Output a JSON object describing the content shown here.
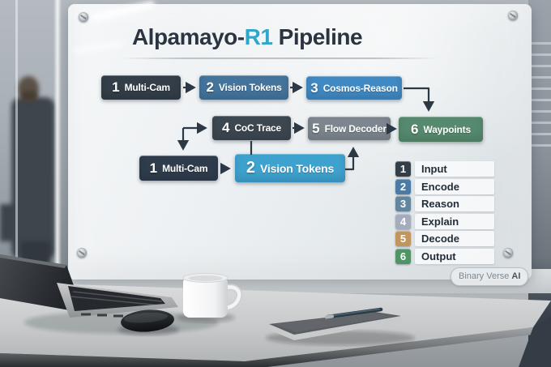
{
  "title": {
    "part1": "Alpamayo-",
    "accent": "R1",
    "part2": " Pipeline"
  },
  "colors": {
    "accent_teal": "#2fa7c9",
    "title_dark": "#2b3440",
    "arrow": "#2c3845"
  },
  "diagram": {
    "boxes": [
      {
        "num": "1",
        "label": "Multi-Cam",
        "color": "#333e48"
      },
      {
        "num": "2",
        "label": "Vision Tokens",
        "color": "#44749c"
      },
      {
        "num": "3",
        "label": "Cosmos-Reason",
        "color": "#4189c2"
      },
      {
        "num": "4",
        "label": "CoC Trace",
        "color": "#3d4750"
      },
      {
        "num": "5",
        "label": "Flow Decoder",
        "color": "#7d868f"
      },
      {
        "num": "6",
        "label": "Waypoints",
        "color": "#568a6e"
      },
      {
        "num": "1",
        "label": "Multi-Cam",
        "color": "#2f3c4c"
      },
      {
        "num": "2",
        "label": "Vision Tokens",
        "color": "#3ea2cf"
      }
    ]
  },
  "legend": {
    "items": [
      {
        "num": "1",
        "label": "Input",
        "color": "#333f48"
      },
      {
        "num": "2",
        "label": "Encode",
        "color": "#4a7ba4"
      },
      {
        "num": "3",
        "label": "Reason",
        "color": "#64859e"
      },
      {
        "num": "4",
        "label": "Explain",
        "color": "#a5adbd"
      },
      {
        "num": "5",
        "label": "Decode",
        "color": "#c2955c"
      },
      {
        "num": "6",
        "label": "Output",
        "color": "#4f9464"
      }
    ]
  },
  "badge": {
    "text": "Binary Verse ",
    "bold": "AI"
  }
}
